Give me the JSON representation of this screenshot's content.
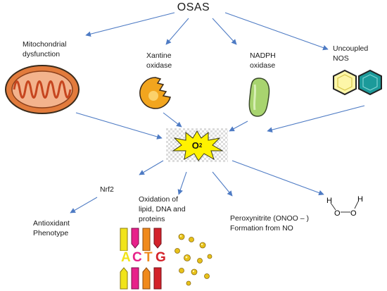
{
  "title": "OSAS",
  "sources": {
    "mito": "Mitochondrial\ndysfunction",
    "xanthine": "Xantine\noxidase",
    "nadph": "NADPH\noxidase",
    "nos": "Uncoupled\nNOS"
  },
  "center": {
    "symbol": "O",
    "subscript": "2"
  },
  "effects": {
    "nrf2": "Nrf2",
    "antioxidant": "Antioxidant\nPhenotype",
    "oxidation": "Oxidation of\nlipid, DNA and\nproteins",
    "peroxynitrite": "Peroxynitrite (ONOO – )\nFormation from NO"
  },
  "peroxide_atoms": {
    "h1": "H",
    "o1": "O",
    "o2": "O",
    "h2": "H"
  },
  "dna_bases": [
    {
      "letter": "A",
      "color": "#f1e41a"
    },
    {
      "letter": "C",
      "color": "#e7218a"
    },
    {
      "letter": "T",
      "color": "#f08a1c"
    },
    {
      "letter": "G",
      "color": "#d3222a"
    }
  ],
  "colors": {
    "arrow": "#4e7bc4",
    "mito_outer": "#e27b3c",
    "mito_inner": "#f3b38d",
    "xanthine": "#f2a51e",
    "nadph": "#a8d46f",
    "star": "#fff200",
    "nos_yellow": "#fdf6a8",
    "nos_teal": "#1b9a9a",
    "lipid": "#e8c21a"
  }
}
